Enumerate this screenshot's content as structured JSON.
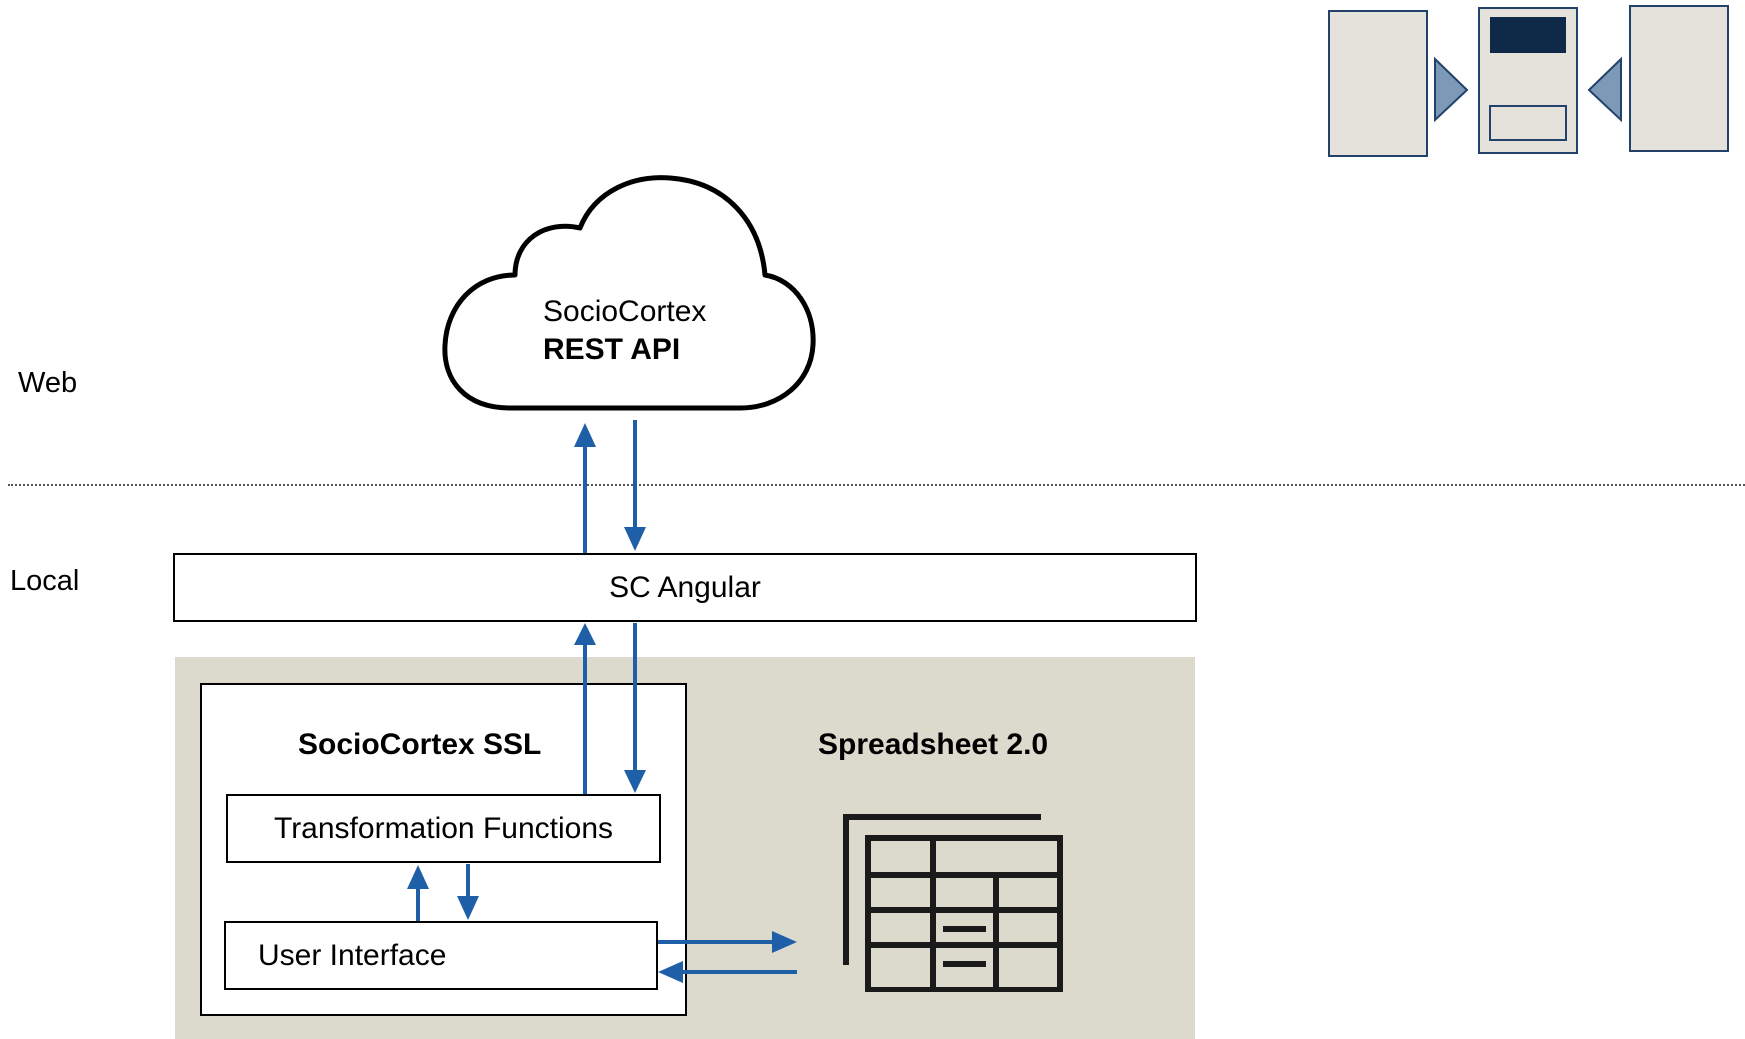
{
  "layers": {
    "web": "Web",
    "local": "Local"
  },
  "cloud": {
    "line1": "SocioCortex",
    "line2": "REST API"
  },
  "sc_angular": "SC Angular",
  "ssl": {
    "title": "SocioCortex SSL",
    "transformation": "Transformation Functions",
    "user_interface": "User Interface"
  },
  "spreadsheet": {
    "title": "Spreadsheet 2.0",
    "icon": "spreadsheet-table-icon"
  },
  "colors": {
    "arrow": "#1f5fa8",
    "panel": "#dcd9cd",
    "thumb_fill": "#e4e2da",
    "thumb_border": "#23426b",
    "thumb_dark": "#0f2a48",
    "thumb_triangle": "#7c9ab8"
  }
}
